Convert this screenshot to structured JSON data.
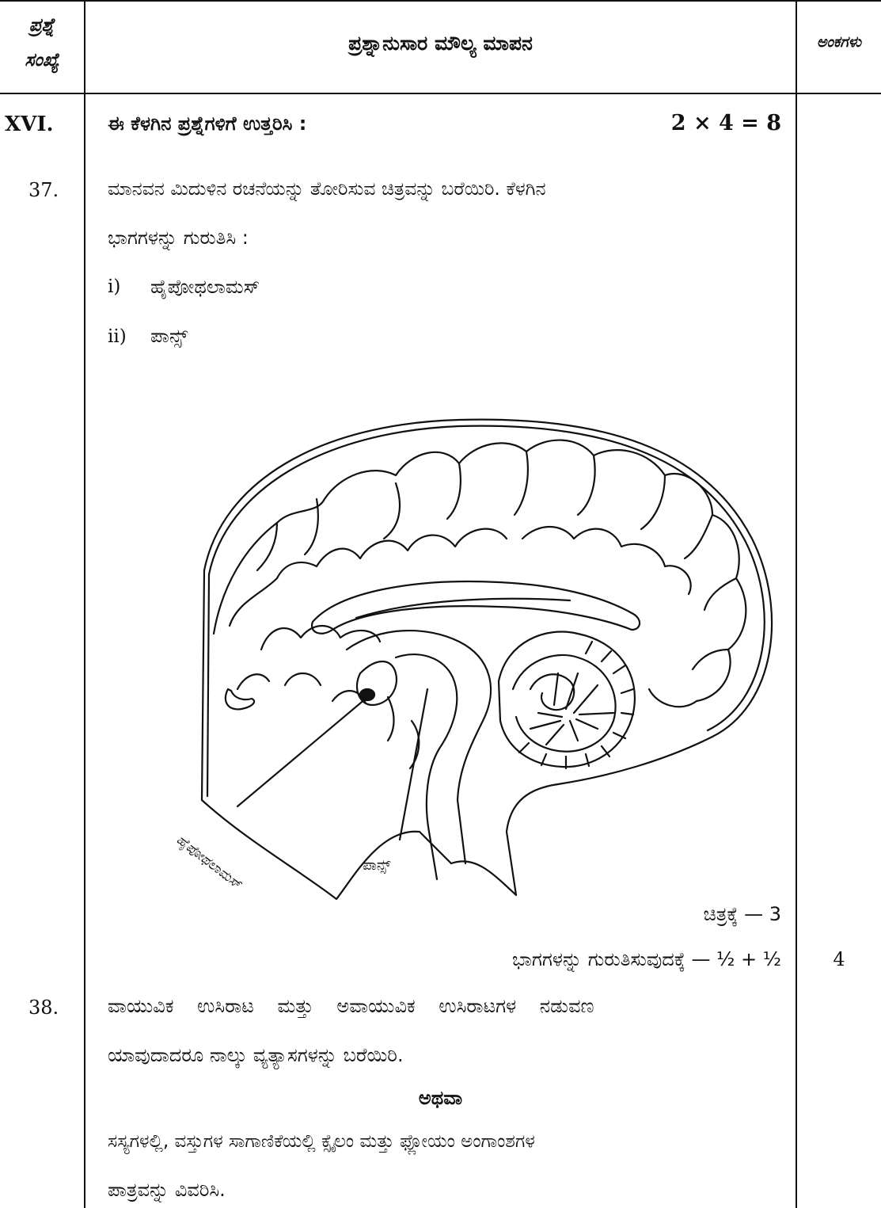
{
  "header": {
    "col_question_no": [
      "ಪ್ರಶ್ನೆ",
      "ಸಂಖ್ಯೆ"
    ],
    "col_scheme": "ಪ್ರಶ್ನಾನುಸಾರ ಮೌಲ್ಯ ಮಾಪನ",
    "col_marks": "ಅಂಕಗಳು"
  },
  "section": {
    "number": "XVI.",
    "instruction": "ಈ ಕೆಳಗಿನ ಪ್ರಶ್ನೆಗಳಿಗೆ ಉತ್ತರಿಸಿ :",
    "marks_formula": "2 × 4 = 8"
  },
  "q37": {
    "number": "37.",
    "line1": "ಮಾನವನ ಮಿದುಳಿನ ರಚನೆಯನ್ನು ತೋರಿಸುವ ಚಿತ್ರವನ್ನು ಬರೆಯಿರಿ. ಕೆಳಗಿನ",
    "line2": "ಭಾಗಗಳನ್ನು ಗುರುತಿಸಿ :",
    "parts": [
      {
        "marker": "i)",
        "text": "ಹೈಪೋಥಲಾಮಸ್"
      },
      {
        "marker": "ii)",
        "text": "ಪಾನ್ಸ್"
      }
    ],
    "figure": {
      "label_hypothalamus": "ಹೈಪೋಥಲಾಮಸ್",
      "label_pons": "ಪಾನ್ಸ್"
    },
    "scheme_line1": "ಚಿತ್ರಕ್ಕೆ — 3",
    "scheme_line2": "ಭಾಗಗಳನ್ನು ಗುರುತಿಸುವುದಕ್ಕೆ — ½ + ½",
    "marks": "4"
  },
  "q38": {
    "number": "38.",
    "line1": "ವಾಯುವಿಕ ಉಸಿರಾಟ ಮತ್ತು ಅವಾಯುವಿಕ ಉಸಿರಾಟಗಳ ನಡುವಣ",
    "line2": "ಯಾವುದಾದರೂ ನಾಲ್ಕು ವ್ಯತ್ಯಾಸಗಳನ್ನು ಬರೆಯಿರಿ.",
    "or_label": "ಅಥವಾ",
    "alt_line1": "ಸಸ್ಯಗಳಲ್ಲಿ, ವಸ್ತುಗಳ ಸಾಗಾಣಿಕೆಯಲ್ಲಿ ಕ್ಸೈಲಂ ಮತ್ತು ಫ್ಲೋಯಂ ಅಂಗಾಂಶಗಳ",
    "alt_line2": "ಪಾತ್ರವನ್ನು ವಿವರಿಸಿ."
  }
}
